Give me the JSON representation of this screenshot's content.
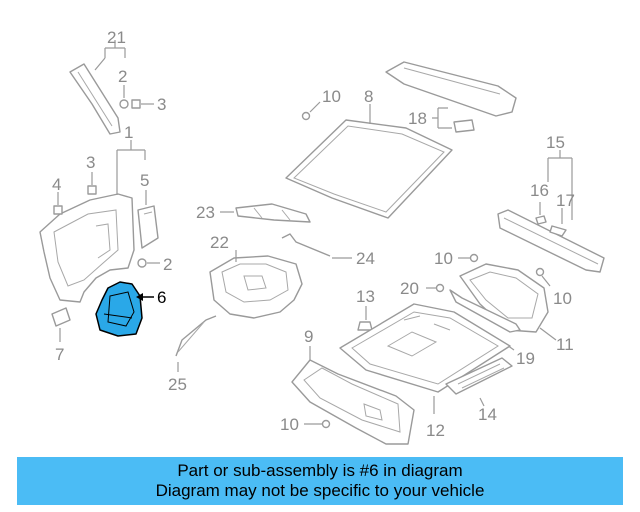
{
  "caption": {
    "line1": "Part or sub-assembly is #6 in diagram",
    "line2": "Diagram may not be specific to your vehicle",
    "background": "#4bbcf5"
  },
  "highlight_color": "#2aa8e8",
  "labels": {
    "l1": "1",
    "l2a": "2",
    "l2b": "2",
    "l3a": "3",
    "l3b": "3",
    "l4": "4",
    "l5": "5",
    "l6": "6",
    "l7": "7",
    "l8": "8",
    "l9": "9",
    "l10a": "10",
    "l10b": "10",
    "l10c": "10",
    "l10d": "10",
    "l11": "11",
    "l12": "12",
    "l13": "13",
    "l14": "14",
    "l15": "15",
    "l16": "16",
    "l17": "17",
    "l18": "18",
    "l19": "19",
    "l20": "20",
    "l21": "21",
    "l22": "22",
    "l23": "23",
    "l24": "24",
    "l25": "25"
  }
}
